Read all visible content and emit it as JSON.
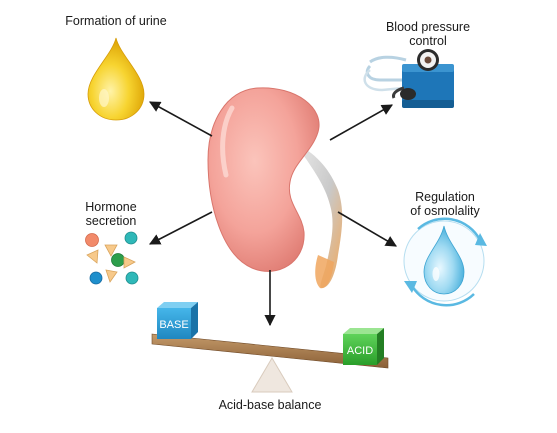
{
  "labels": {
    "urine": "Formation of urine",
    "blood_pressure": [
      "Blood pressure",
      "control"
    ],
    "hormone": [
      "Hormone",
      "secretion"
    ],
    "osmolality": [
      "Regulation",
      "of osmolality"
    ],
    "acid_base": "Acid-base balance"
  },
  "boxes": {
    "base": "BASE",
    "acid": "ACID"
  },
  "colors": {
    "kidney": "#f4a39a",
    "urine_drop": "#f2c215",
    "water_drop": "#8dd2ee",
    "base_cube": "#2a9fd6",
    "acid_cube": "#3cbd3a",
    "seesaw_beam": "#a6784c",
    "arrow": "#1a1a1a"
  },
  "icons": [
    "kidney-icon",
    "urine-drop-icon",
    "blood-pressure-cuff-icon",
    "hormone-molecules-icon",
    "water-drop-icon",
    "seesaw-icon"
  ]
}
